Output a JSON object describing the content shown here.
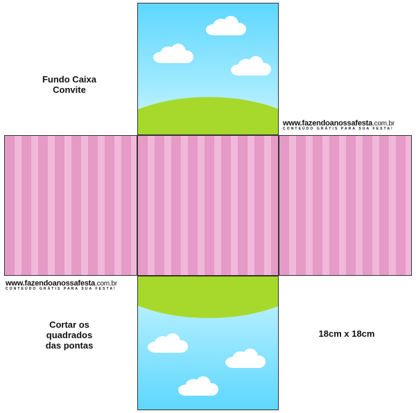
{
  "labels": {
    "fundo_line1": "Fundo Caixa",
    "fundo_line2": "Convite",
    "cortar_line1": "Cortar os",
    "cortar_line2": "quadrados",
    "cortar_line3": "das pontas",
    "size": "18cm x 18cm"
  },
  "logo": {
    "main": "www.fazendoanossafesta",
    "suffix": ".com.br",
    "tagline": "CONTEÚDO GRÁTIS PARA SUA FESTA!"
  },
  "colors": {
    "sky": "#5ed7ff",
    "grass": "#a6d92b",
    "stripe_dark": "#e69ac6",
    "stripe_light": "#f0b8d9"
  },
  "icons": [
    "cloud-icon"
  ]
}
